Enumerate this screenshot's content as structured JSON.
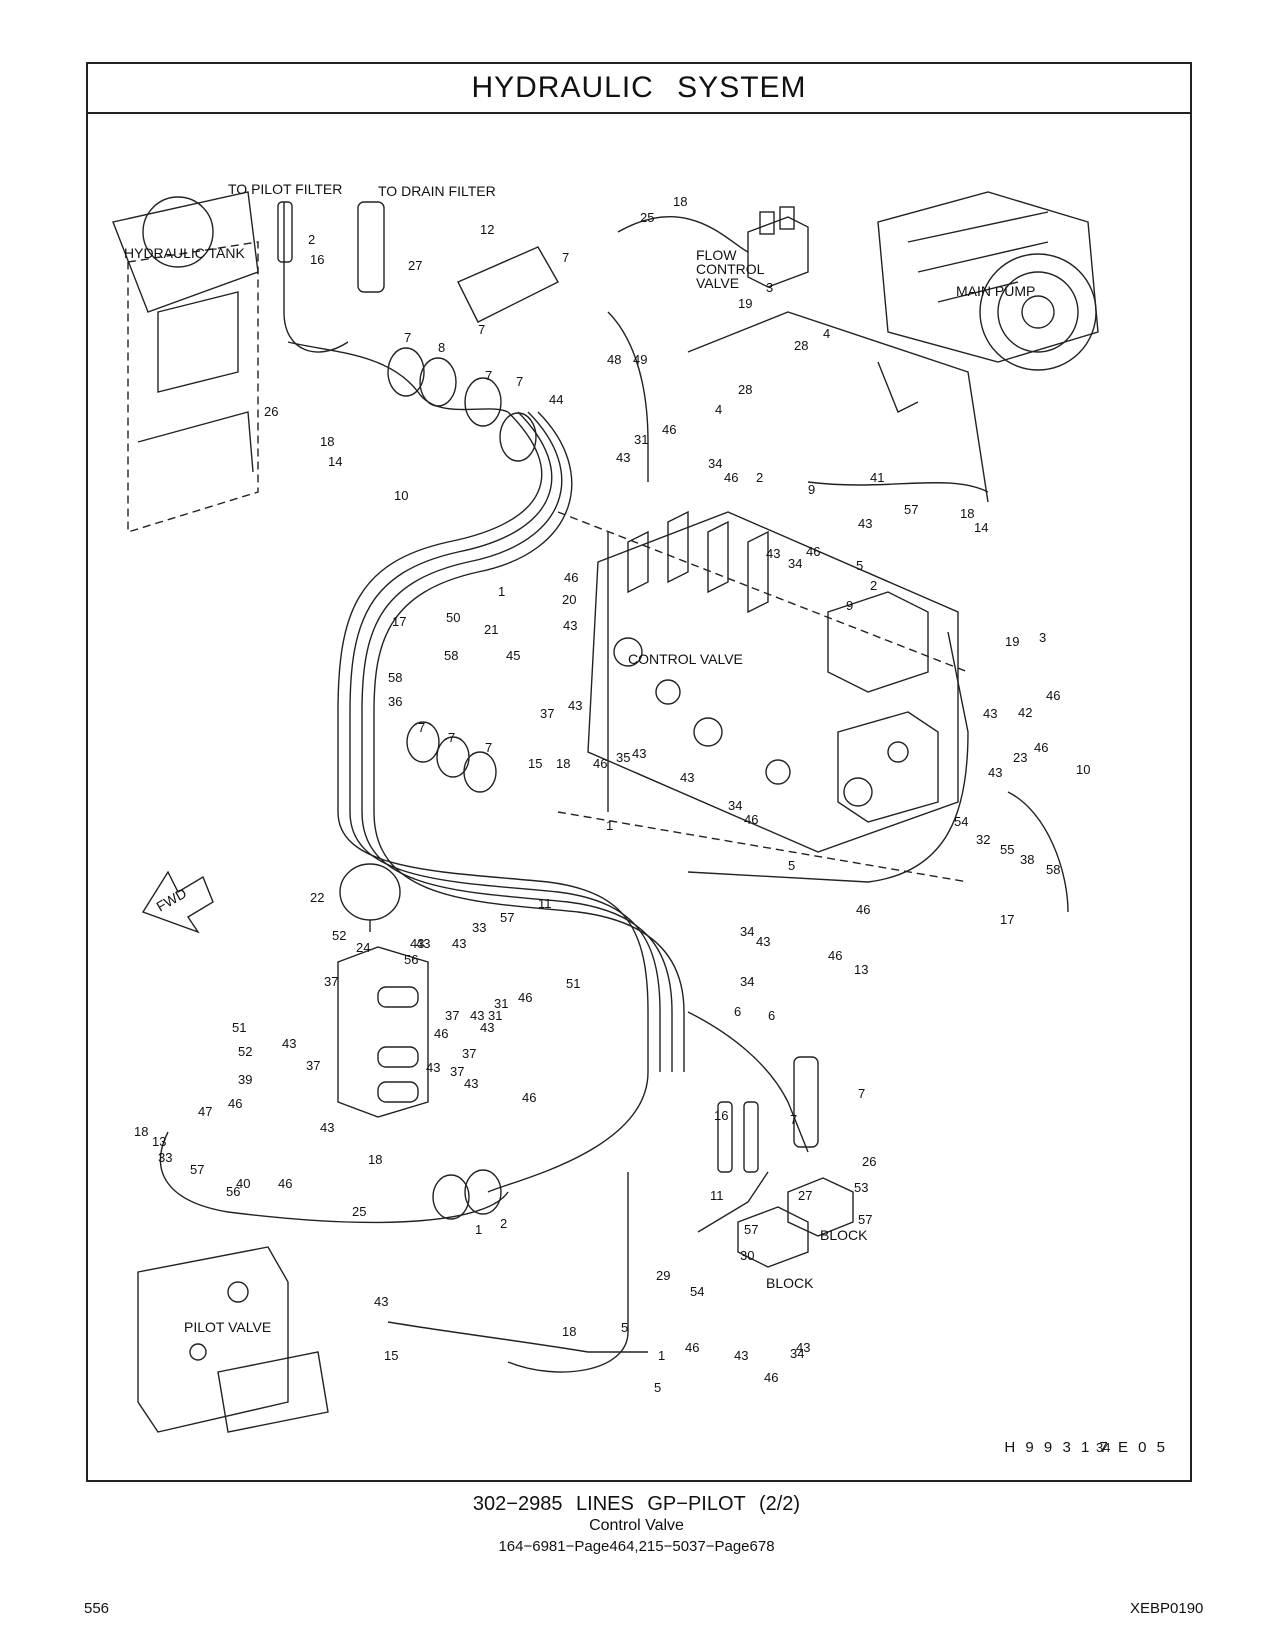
{
  "header": {
    "title": "HYDRAULIC   SYSTEM"
  },
  "labels": {
    "to_pilot_filter": "TO PILOT FILTER",
    "to_drain_filter": "TO DRAIN FILTER",
    "hydraulic_tank": "HYDRAULIC TANK",
    "flow_control_valve": [
      "FLOW",
      "CONTROL",
      "VALVE"
    ],
    "main_pump": "MAIN PUMP",
    "control_valve": "CONTROL VALVE",
    "fwd": "FWD",
    "pilot_valve": "PILOT VALVE",
    "block_1": "BLOCK",
    "block_2": "BLOCK"
  },
  "callouts": [
    "18",
    "25",
    "2",
    "16",
    "27",
    "12",
    "7",
    "7",
    "19",
    "3",
    "28",
    "4",
    "7",
    "8",
    "7",
    "7",
    "26",
    "18",
    "14",
    "10",
    "48",
    "49",
    "44",
    "4",
    "28",
    "31",
    "46",
    "43",
    "34",
    "46",
    "2",
    "9",
    "41",
    "57",
    "18",
    "14",
    "43",
    "43",
    "34",
    "46",
    "5",
    "1",
    "46",
    "20",
    "43",
    "2",
    "9",
    "17",
    "50",
    "21",
    "58",
    "45",
    "58",
    "36",
    "19",
    "3",
    "46",
    "42",
    "43",
    "46",
    "23",
    "43",
    "10",
    "37",
    "43",
    "15",
    "18",
    "46",
    "35",
    "43",
    "43",
    "34",
    "46",
    "1",
    "5",
    "7",
    "7",
    "7",
    "54",
    "32",
    "55",
    "38",
    "58",
    "17",
    "22",
    "11",
    "57",
    "33",
    "43",
    "34",
    "43",
    "34",
    "46",
    "46",
    "13",
    "6",
    "6",
    "51",
    "52",
    "24",
    "37",
    "43",
    "56",
    "43",
    "31",
    "46",
    "37",
    "43",
    "37",
    "31",
    "43",
    "46",
    "51",
    "52",
    "43",
    "37",
    "43",
    "37",
    "43",
    "46",
    "18",
    "13",
    "39",
    "47",
    "46",
    "43",
    "33",
    "57",
    "56",
    "40",
    "46",
    "18",
    "25",
    "1",
    "2",
    "16",
    "7",
    "7",
    "26",
    "11",
    "27",
    "53",
    "57",
    "57",
    "30",
    "29",
    "54",
    "43",
    "15",
    "18",
    "5",
    "1",
    "5",
    "46",
    "43",
    "34",
    "46",
    "43",
    "34"
  ],
  "drawing_id": "H 9 9 3 1 7 E    0 5",
  "caption": {
    "line1": "302−2985   LINES  GP−PILOT (2/2)",
    "line2": "Control  Valve",
    "line3": "164−6981−Page464,215−5037−Page678"
  },
  "footer": {
    "page_number": "556",
    "doc_id": "XEBP0190"
  }
}
